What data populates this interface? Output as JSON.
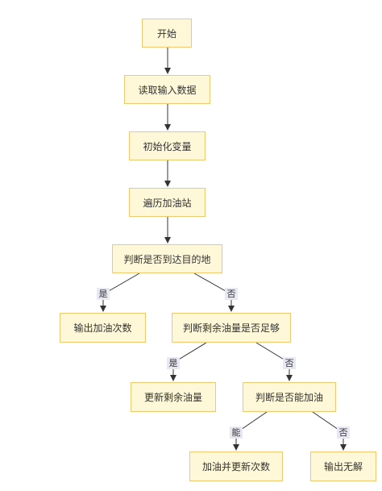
{
  "colors": {
    "node_fill": "#fff8d8",
    "node_border": "#f0c870",
    "edge": "#333333",
    "edge_label_bg": "#e8e8f4"
  },
  "nodes": {
    "start": "开始",
    "read_input": "读取输入数据",
    "init_vars": "初始化变量",
    "iterate_stations": "遍历加油站",
    "check_destination": "判断是否到达目的地",
    "output_refuel_count": "输出加油次数",
    "check_fuel_enough": "判断剩余油量是否足够",
    "update_fuel": "更新剩余油量",
    "check_can_refuel": "判断是否能加油",
    "refuel_update_count": "加油并更新次数",
    "output_no_solution": "输出无解"
  },
  "edges": {
    "dest_yes": "是",
    "dest_no": "否",
    "fuel_yes": "是",
    "fuel_no": "否",
    "refuel_yes": "能",
    "refuel_no": "否"
  }
}
